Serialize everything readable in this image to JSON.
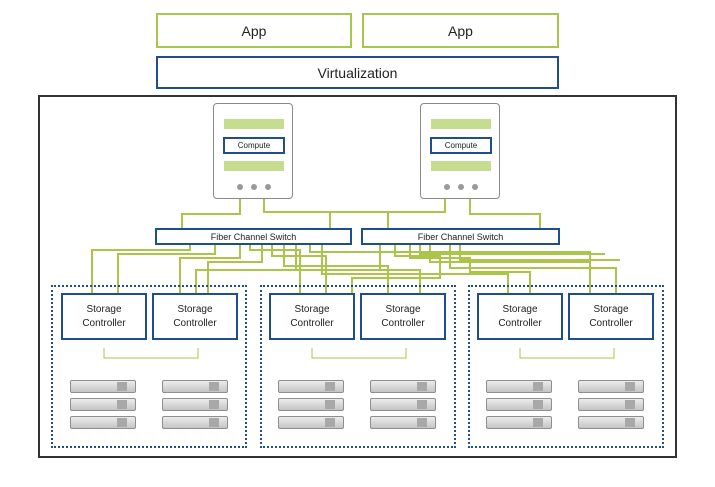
{
  "apps": [
    {
      "label": "App"
    },
    {
      "label": "App"
    }
  ],
  "virtualization": {
    "label": "Virtualization"
  },
  "servers": [
    {
      "compute_label": "Compute"
    },
    {
      "compute_label": "Compute"
    }
  ],
  "fiber_switches": [
    {
      "label": "Fiber Channel Switch"
    },
    {
      "label": "Fiber Channel Switch"
    }
  ],
  "storage_groups": [
    {
      "controllers": [
        {
          "line1": "Storage",
          "line2": "Controller"
        },
        {
          "line1": "Storage",
          "line2": "Controller"
        }
      ]
    },
    {
      "controllers": [
        {
          "line1": "Storage",
          "line2": "Controller"
        },
        {
          "line1": "Storage",
          "line2": "Controller"
        }
      ]
    },
    {
      "controllers": [
        {
          "line1": "Storage",
          "line2": "Controller"
        },
        {
          "line1": "Storage",
          "line2": "Controller"
        }
      ]
    }
  ],
  "colors": {
    "app_border": "#a9c64a",
    "accent_blue": "#1f4e8c",
    "link_green": "#a9c64a",
    "frame": "#333333"
  }
}
